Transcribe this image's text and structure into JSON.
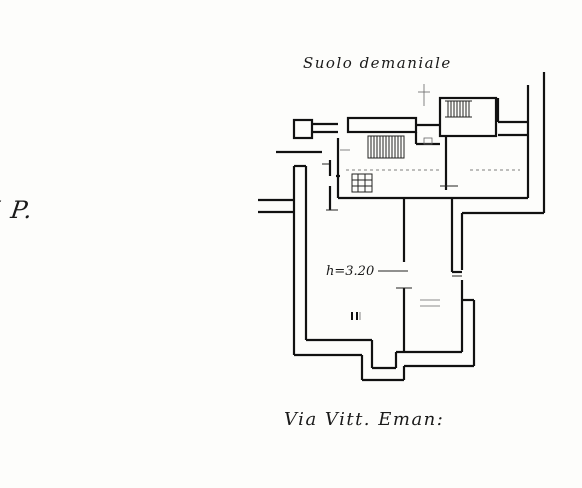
{
  "labels": {
    "floor": "II P.",
    "north_street": "Suolo demaniale",
    "south_street": "Via Vitt. Eman:",
    "height": "h=3.20"
  }
}
